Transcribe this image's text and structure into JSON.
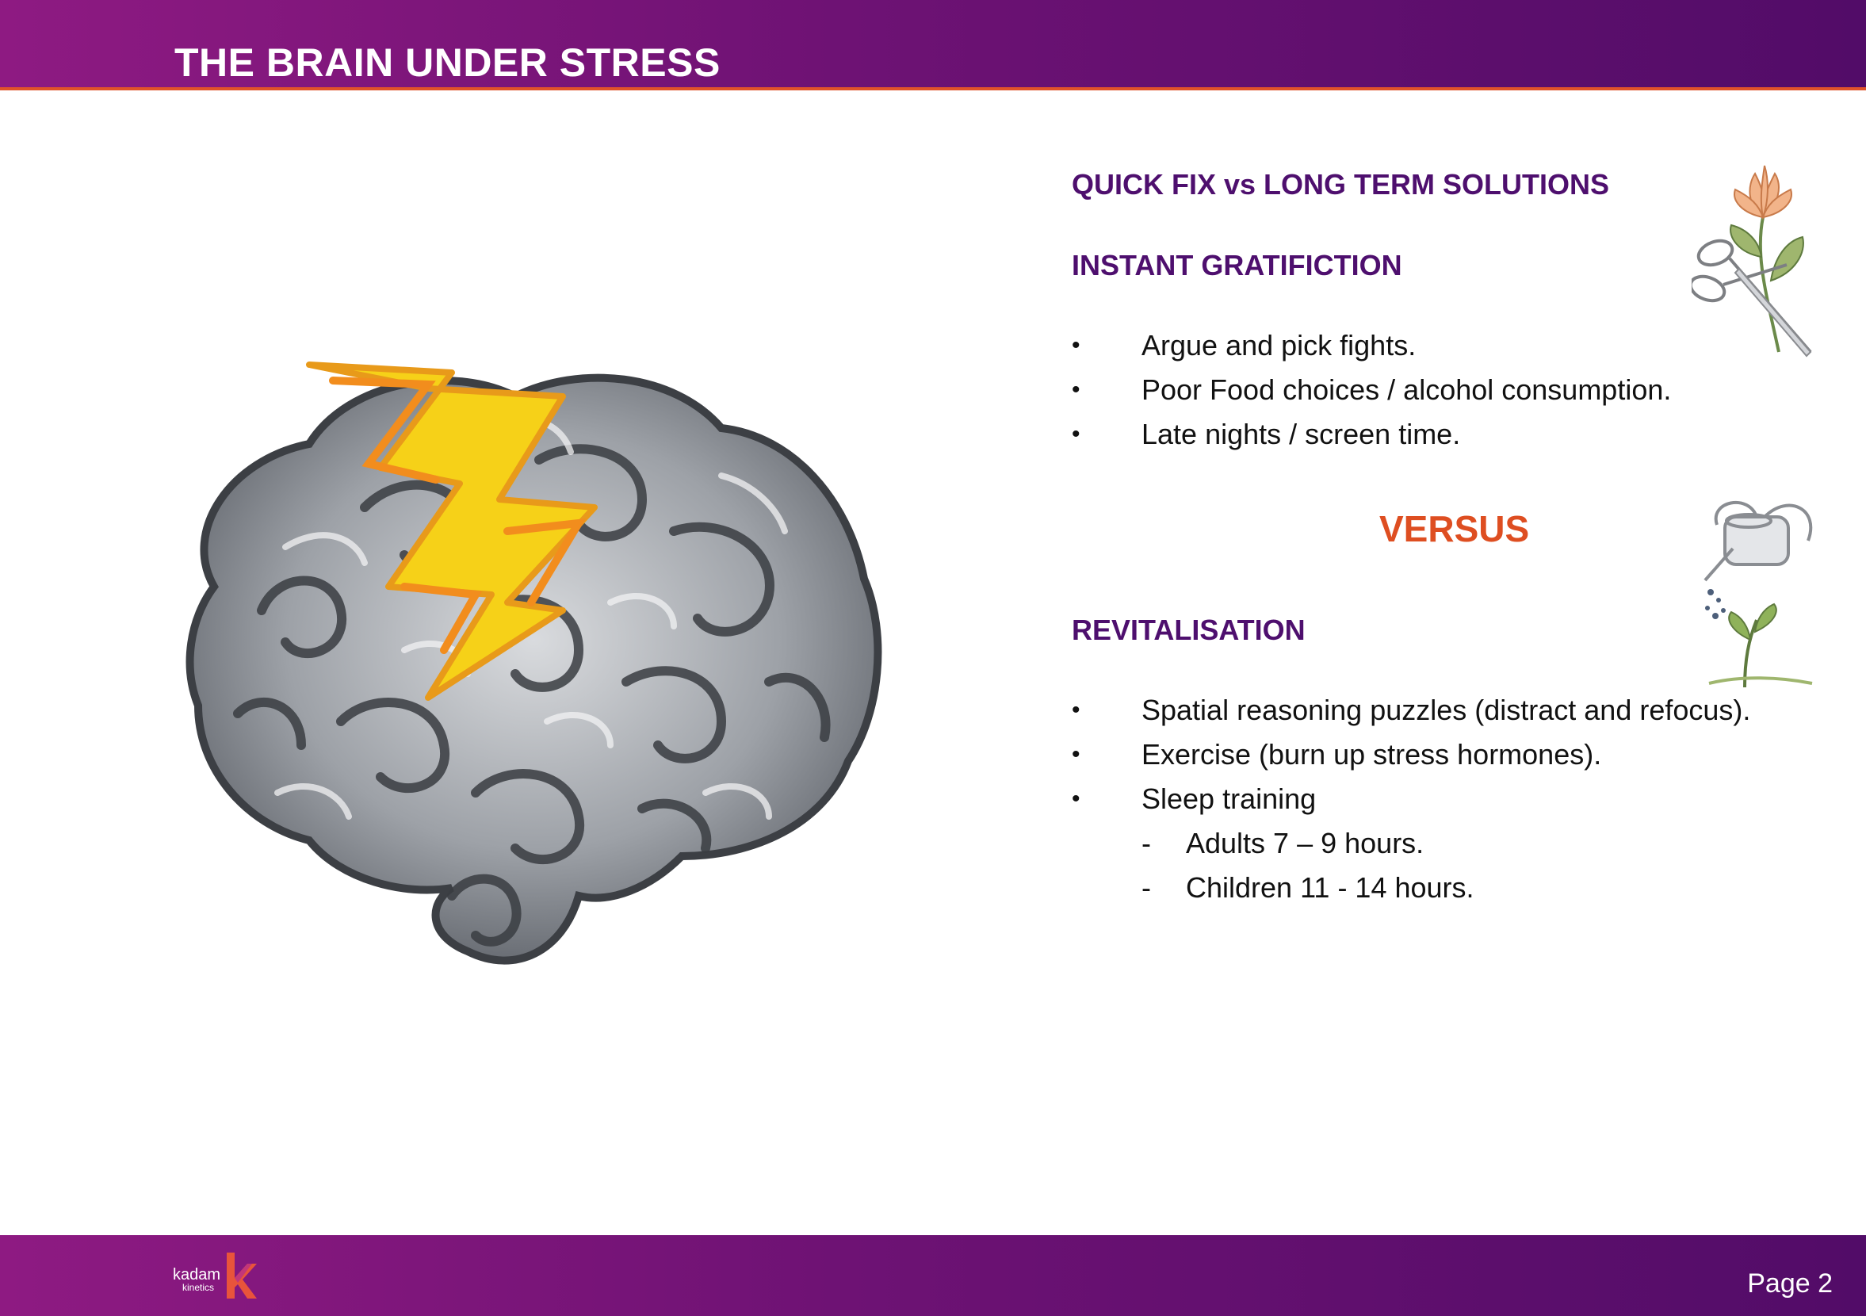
{
  "header": {
    "title": "THE BRAIN UNDER STRESS"
  },
  "content": {
    "heading_main": "QUICK FIX vs LONG TERM SOLUTIONS",
    "section_quick": {
      "title": "INSTANT GRATIFICTION",
      "items": [
        "Argue and pick fights.",
        "Poor Food choices / alcohol consumption.",
        "Late nights / screen time."
      ]
    },
    "versus": "VERSUS",
    "section_long": {
      "title": "REVITALISATION",
      "items": [
        "Spatial reasoning puzzles (distract and refocus).",
        "Exercise (burn up stress hormones).",
        "Sleep training"
      ],
      "sub_items": [
        "Adults 7 – 9 hours.",
        "Children 11 - 14 hours."
      ]
    },
    "bullet_symbol": "•",
    "dash_symbol": "-"
  },
  "illustrations": {
    "brain": "brain-with-lightning-illustration",
    "scissors": "scissors-cutting-flower-illustration",
    "watering_can": "watering-can-sprout-illustration"
  },
  "footer": {
    "brand_name": "kadam",
    "brand_sub": "kinetics",
    "page_label": "Page 2"
  },
  "colors": {
    "header_purple": "#6e1274",
    "accent_orange": "#de4e21",
    "heading_purple": "#4e0f6e"
  }
}
